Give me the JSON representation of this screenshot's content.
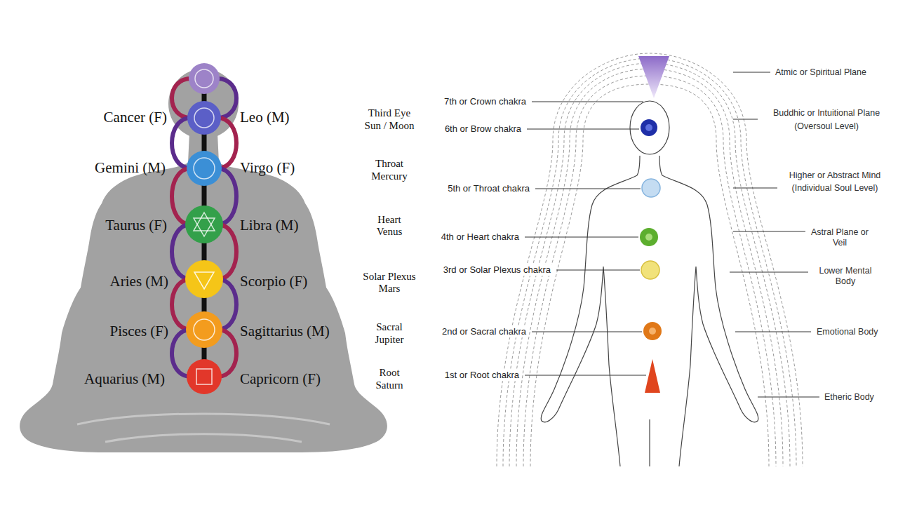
{
  "diagram": {
    "labels": [
      "Cancer (F)",
      "Leo (M)",
      "Third Eye",
      "Sun / Moon",
      "Gemini (M)",
      "Virgo (F)",
      "Throat",
      "Mercury",
      "Taurus (F)",
      "Libra (M)",
      "Heart",
      "Venus",
      "Aries (M)",
      "Scorpio (F)",
      "Solar Plexus",
      "Mars",
      "Pisces (F)",
      "Sagittarius (M)",
      "Sacral",
      "Jupiter",
      "Aquarius (M)",
      "Capricorn (F)",
      "Root",
      "Saturn",
      "7th or Crown chakra",
      "6th or Brow chakra",
      "5th or Throat chakra",
      "4th or Heart chakra",
      "3rd or Solar Plexus chakra",
      "2nd or Sacral chakra",
      "1st or Root chakra",
      "Atmic or Spiritual Plane",
      "Buddhic or Intuitional Plane",
      "(Oversoul Level)",
      "Higher or Abstract Mind",
      "(Individual Soul Level)",
      "Astral Plane or Veil",
      "Lower Mental Body",
      "Emotional Body",
      "Etheric Body"
    ]
  }
}
